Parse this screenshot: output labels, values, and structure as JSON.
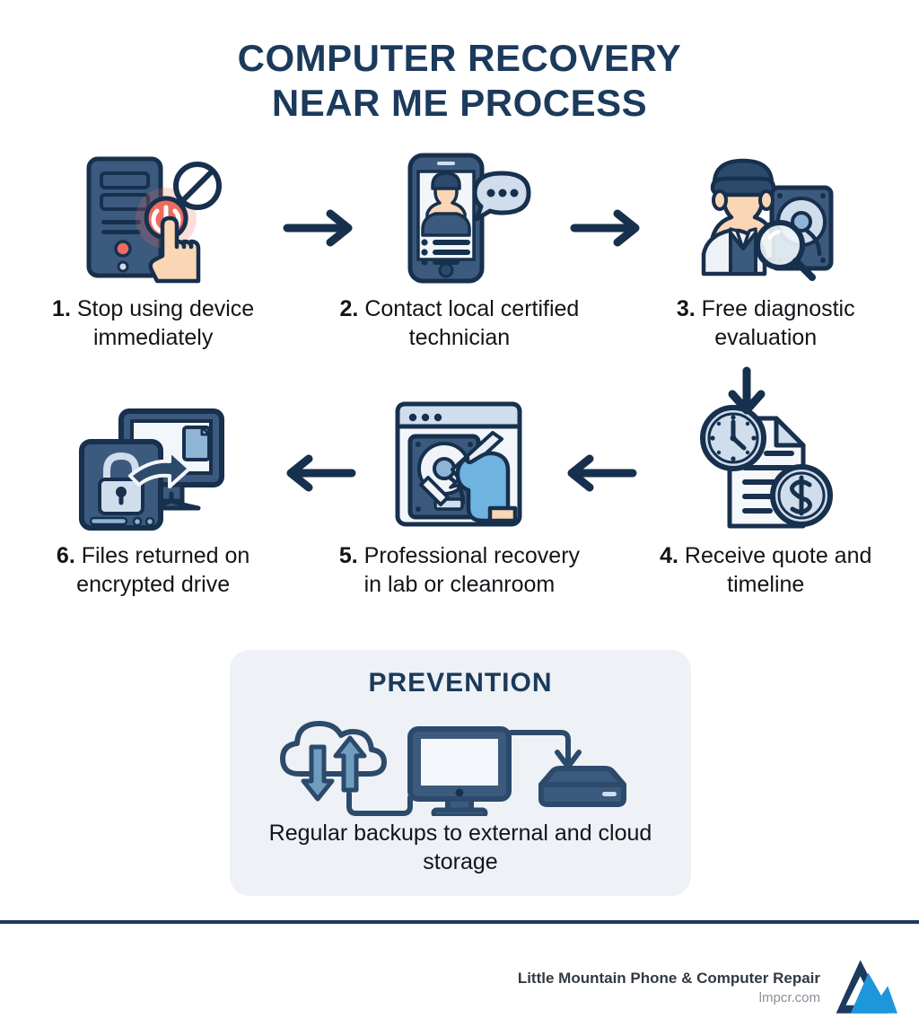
{
  "title": {
    "line1": "COMPUTER RECOVERY",
    "line2": "NEAR ME PROCESS"
  },
  "steps": [
    {
      "number": "1.",
      "text": "Stop using device immediately",
      "icon": "computer-tower-power-off-icon"
    },
    {
      "number": "2.",
      "text": "Contact local certified technician",
      "icon": "smartphone-technician-chat-icon"
    },
    {
      "number": "3.",
      "text": "Free diagnostic evaluation",
      "icon": "technician-magnifier-harddrive-icon"
    },
    {
      "number": "6.",
      "text": "Files returned on encrypted drive",
      "icon": "locked-drive-to-monitor-icon"
    },
    {
      "number": "5.",
      "text": "Professional recovery in lab or cleanroom",
      "icon": "cleanroom-harddrive-gloved-hand-icon"
    },
    {
      "number": "4.",
      "text": "Receive quote and timeline",
      "icon": "clock-invoice-dollar-icon"
    }
  ],
  "prevention": {
    "title": "PREVENTION",
    "caption": "Regular backups to external and cloud storage",
    "icon": "cloud-monitor-external-drive-backup-icon"
  },
  "footer": {
    "brand": "Little Mountain Phone & Computer Repair",
    "website": "lmpcr.com",
    "logo": "mountain-lm-logo"
  },
  "colors": {
    "navy": "#1b3a5c",
    "navy_dark": "#17304d",
    "steel": "#3c5a7d",
    "light_blue": "#8fb4d4",
    "pale_blue": "#cfdded",
    "red": "#ef6b5e",
    "skin": "#fad6b4",
    "panel_bg": "#eef1f5",
    "text": "#111418",
    "logo_blue": "#1e96dc"
  }
}
